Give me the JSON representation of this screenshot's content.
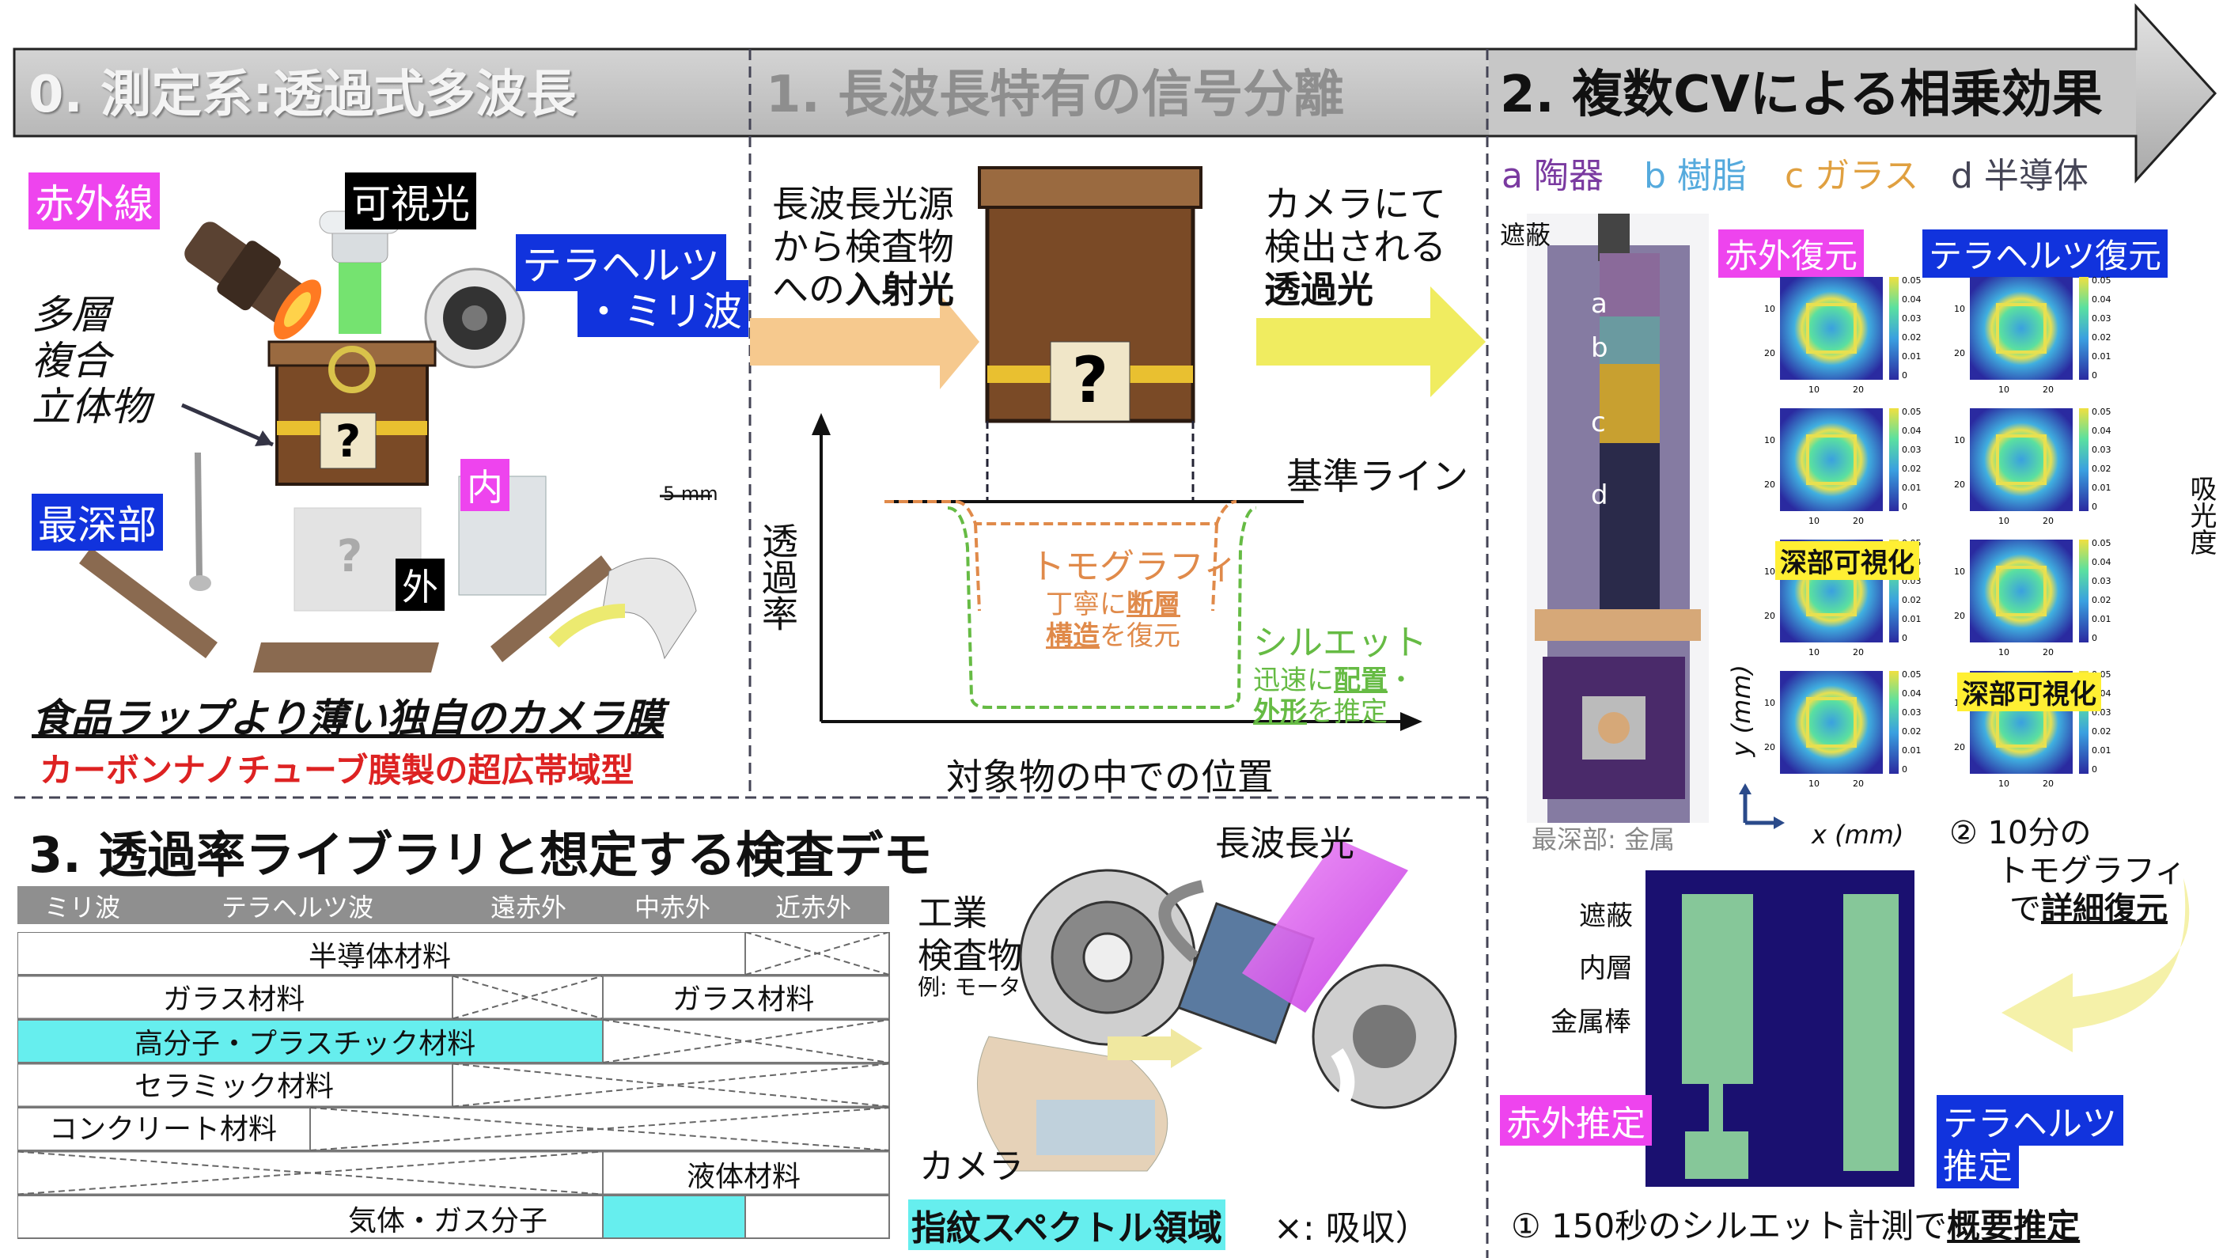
{
  "headers": {
    "h0": "0. 測定系:透過式多波長",
    "h1": "1. 長波長特有の信号分離",
    "h2": "2. 複数CVによる相乗効果"
  },
  "panel0": {
    "infrared": "赤外線",
    "visible": "可視光",
    "terahertz_line1": "テラヘルツ",
    "terahertz_line2": "・ミリ波",
    "object_line1": "多層",
    "object_line2": "複合",
    "object_line3": "立体物",
    "deepest": "最深部",
    "inner": "内",
    "outer": "外",
    "scale": "5 mm",
    "film_title": "食品ラップより薄い独自のカメラ膜",
    "film_sub": "カーボンナノチューブ膜製の超広帯域型"
  },
  "panel1": {
    "source_line1": "長波長光源",
    "source_line2": "から検査物",
    "source_line3a": "への",
    "source_line3b": "入射光",
    "camera_line1": "カメラにて",
    "camera_line2": "検出される",
    "camera_line3": "透過光",
    "baseline": "基準ライン",
    "ylabel": "透過率",
    "xlabel": "対象物の中での位置",
    "tomo_title": "トモグラフィ",
    "tomo_line1a": "丁寧に",
    "tomo_line1b": "断層",
    "tomo_line2a": "構造",
    "tomo_line2b": "を復元",
    "sil_title": "シルエット",
    "sil_line1a": "迅速に",
    "sil_line1b": "配置",
    "sil_line1c": "・",
    "sil_line2a": "外形",
    "sil_line2b": "を推定"
  },
  "panel2": {
    "legend_a": "a 陶器",
    "legend_b": "b 樹脂",
    "legend_c": "c ガラス",
    "legend_d": "d 半導体",
    "shield": "遮蔽",
    "seg_a": "a",
    "seg_b": "b",
    "seg_c": "c",
    "seg_d": "d",
    "deep_metal": "最深部: 金属",
    "ir_recon": "赤外復元",
    "thz_recon": "テラヘルツ復元",
    "deep_vis": "深部可視化",
    "absorbance": "吸光度",
    "y_axis": "y (mm)",
    "x_axis": "x (mm)",
    "tomo_note_line1": "② 10分の",
    "tomo_note_line2": "トモグラフィ",
    "tomo_note_line3a": "で",
    "tomo_note_line3b": "詳細復元",
    "shield2": "遮蔽",
    "inner_layer": "内層",
    "metal_rod": "金属棒",
    "ir_est": "赤外推定",
    "thz_est_line1": "テラヘルツ",
    "thz_est_line2": "推定",
    "sil_note_a": "① 150秒のシルエット計測で",
    "sil_note_b": "概要推定",
    "colorbar_ticks": [
      "0.05",
      "0.04",
      "0.03",
      "0.02",
      "0.01",
      "0"
    ],
    "axis_ticks": [
      "10",
      "20"
    ]
  },
  "panel3": {
    "title": "3. 透過率ライブラリと想定する検査デモ",
    "bands": [
      "ミリ波",
      "テラヘルツ波",
      "遠赤外",
      "中赤外",
      "近赤外"
    ],
    "rows": [
      "半導体材料",
      "ガラス材料",
      "ガラス材料",
      "高分子・プラスチック材料",
      "セラミック材料",
      "コンクリート材料",
      "液体材料",
      "気体・ガス分子"
    ],
    "long_light": "長波長光",
    "industrial_line1": "工業",
    "industrial_line2": "検査物",
    "industrial_line3": "例: モータ",
    "camera": "カメラ",
    "fingerprint": "指紋スペクトル領域",
    "paren_open": "（",
    "absorb": "×: 吸収）"
  },
  "colors": {
    "header_arrow": "#c9c9c9",
    "magenta": "#ee44ee",
    "blue": "#1133dd",
    "cyan": "#66eeee",
    "yellow_tag": "#ffef33",
    "tomo_orange": "#e08a4a",
    "silhouette_green": "#66bb44",
    "film_red": "#dd2222"
  }
}
